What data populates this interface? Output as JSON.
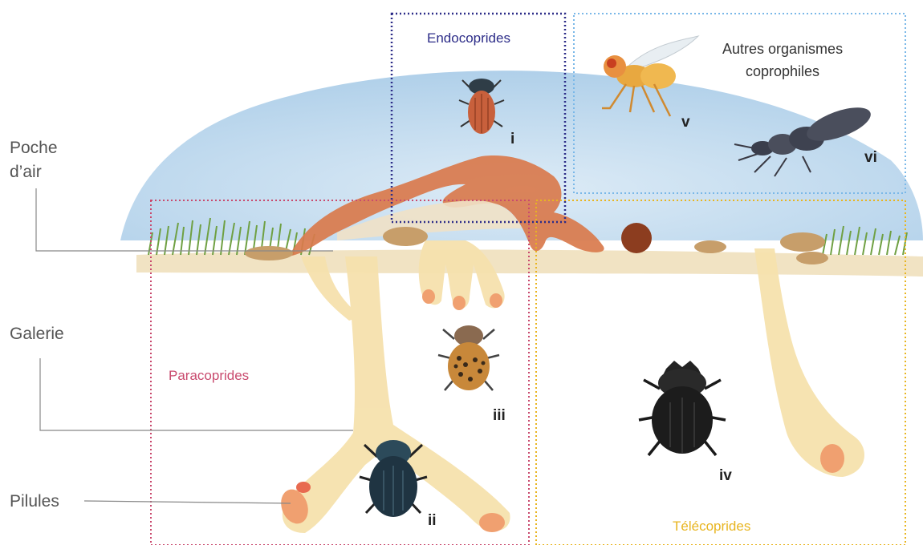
{
  "labels": {
    "poche_dair": [
      "Poche",
      "d’air"
    ],
    "galerie": "Galerie",
    "pilules": "Pilules"
  },
  "groups": {
    "endocoprides": {
      "name": "Endocoprides",
      "color": "#2c2c88"
    },
    "paracoprides": {
      "name": "Paracoprides",
      "color": "#c94a6e"
    },
    "telecoprides": {
      "name": "Télécoprides",
      "color": "#e8b520"
    },
    "autres": {
      "name": [
        "Autres organismes",
        "coprophiles"
      ],
      "color": "#7ab8e8"
    }
  },
  "organisms": {
    "i": "i",
    "ii": "ii",
    "iii": "iii",
    "iv": "iv",
    "v": "v",
    "vi": "vi"
  },
  "colors": {
    "sky": "#bcd9ef",
    "soil": "#f0e2bf",
    "tunnel": "#f7e3b0",
    "dung": "#d97a4c",
    "ball": "#8c3d1f",
    "grass": "#7aa84a",
    "pellet": "#f0a070"
  },
  "icons": {
    "beetle_i": "red-elytra-dung-beetle-icon",
    "beetle_ii": "blue-black-dung-beetle-icon",
    "beetle_iii": "spotted-brown-dung-beetle-icon",
    "beetle_iv": "black-rolling-dung-beetle-icon",
    "fly_v": "yellow-fly-icon",
    "beetle_vi": "rove-beetle-icon"
  }
}
